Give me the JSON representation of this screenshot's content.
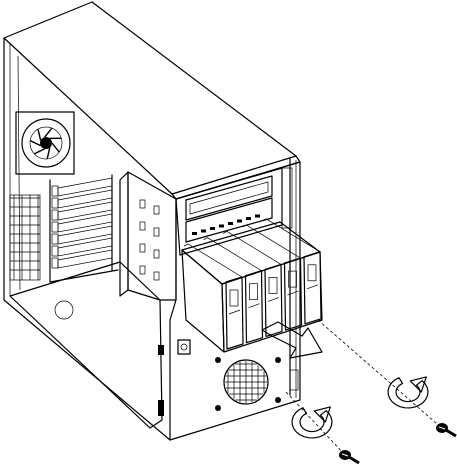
{
  "figure": {
    "palette": {
      "ink": "#000000",
      "top_panel": "#a9a9a9",
      "floor": "#8f8f8f",
      "shade": "#c8c8c8",
      "light": "#e6e6e6",
      "paper": "#ffffff"
    },
    "drive_bays": 5,
    "expansion_slots": 7,
    "screws": 2,
    "icons": {
      "rotate": "rotate-counterclockwise-icon",
      "pull": "pull-out-arrow-icon",
      "screw": "screw-icon"
    }
  }
}
